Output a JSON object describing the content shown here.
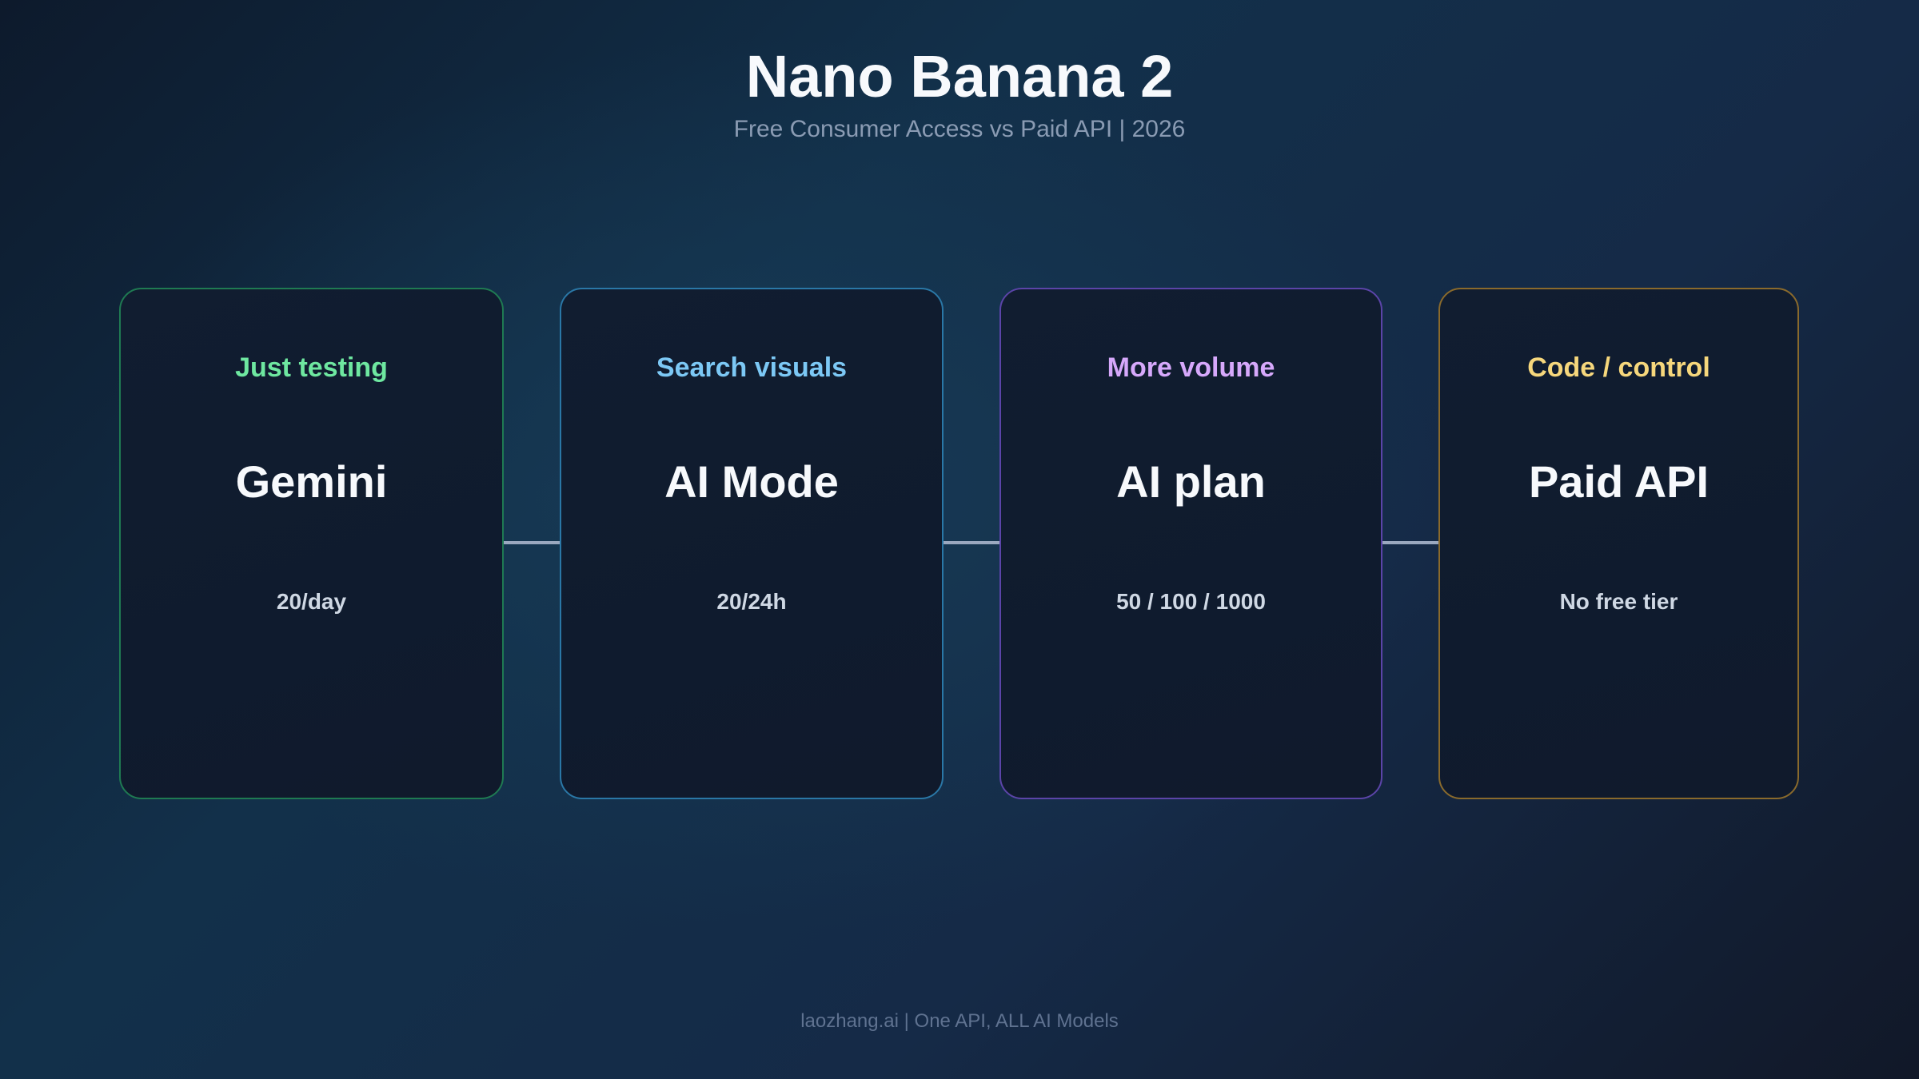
{
  "header": {
    "title": "Nano Banana 2",
    "subtitle": "Free Consumer Access vs Paid API | 2026"
  },
  "cards": [
    {
      "label": "Just testing",
      "name": "Gemini",
      "value": "20/day",
      "accent": "#6ee7a0",
      "border": "#1f7a52"
    },
    {
      "label": "Search visuals",
      "name": "AI Mode",
      "value": "20/24h",
      "accent": "#7cc8f5",
      "border": "#2a77a6"
    },
    {
      "label": "More volume",
      "name": "AI plan",
      "value": "50 / 100 / 1000",
      "accent": "#d6a8fb",
      "border": "#5b44a8"
    },
    {
      "label": "Code / control",
      "name": "Paid API",
      "value": "No free tier",
      "accent": "#f6d77c",
      "border": "#8a6a2c"
    }
  ],
  "colors": {
    "connector": "#9aa8bf",
    "title": "#f7f9fc",
    "subtitle": "#8a9bb3",
    "footer": "#5f7290"
  },
  "footer": {
    "text": "laozhang.ai | One API, ALL AI Models"
  }
}
